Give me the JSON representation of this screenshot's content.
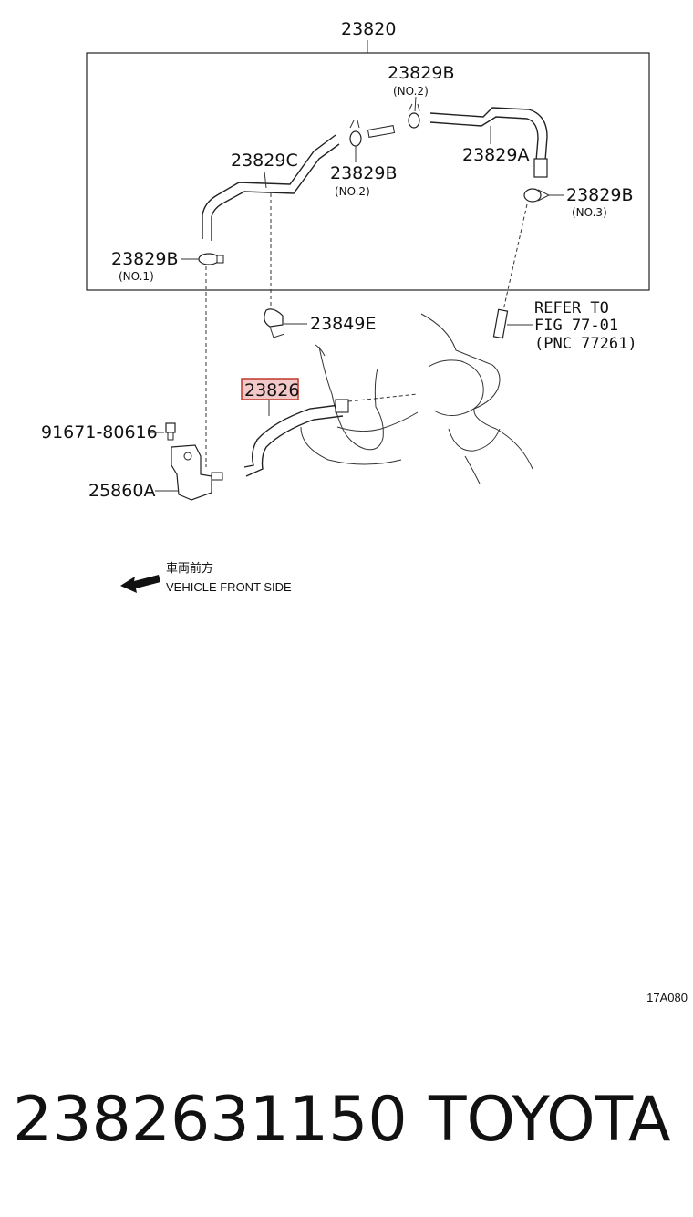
{
  "diagram": {
    "assembly_label": "23820",
    "parts": {
      "clip_b_no2_top": {
        "code": "23829B",
        "note": "(NO.2)"
      },
      "hose_c": {
        "code": "23829C"
      },
      "clip_b_no2_mid": {
        "code": "23829B",
        "note": "(NO.2)"
      },
      "hose_a": {
        "code": "23829A"
      },
      "clip_b_no3": {
        "code": "23829B",
        "note": "(NO.3)"
      },
      "clip_b_no1": {
        "code": "23829B",
        "note": "(NO.1)"
      },
      "clamp_e": {
        "code": "23849E"
      },
      "hose_highlight": {
        "code": "23826"
      },
      "bolt": {
        "code": "91671-80616"
      },
      "valve": {
        "code": "25860A"
      }
    },
    "refer": {
      "line1": "REFER TO",
      "line2": "FIG 77-01",
      "line3": "(PNC 77261)"
    },
    "front_arrow": {
      "japanese": "車両前方",
      "english": "VEHICLE FRONT SIDE"
    },
    "figure_code": "17A080"
  },
  "footer": {
    "part_number": "2382631150",
    "brand": "TOYOTA"
  },
  "colors": {
    "highlight_fill": "#f3c8c8",
    "highlight_border": "#c0392b"
  }
}
